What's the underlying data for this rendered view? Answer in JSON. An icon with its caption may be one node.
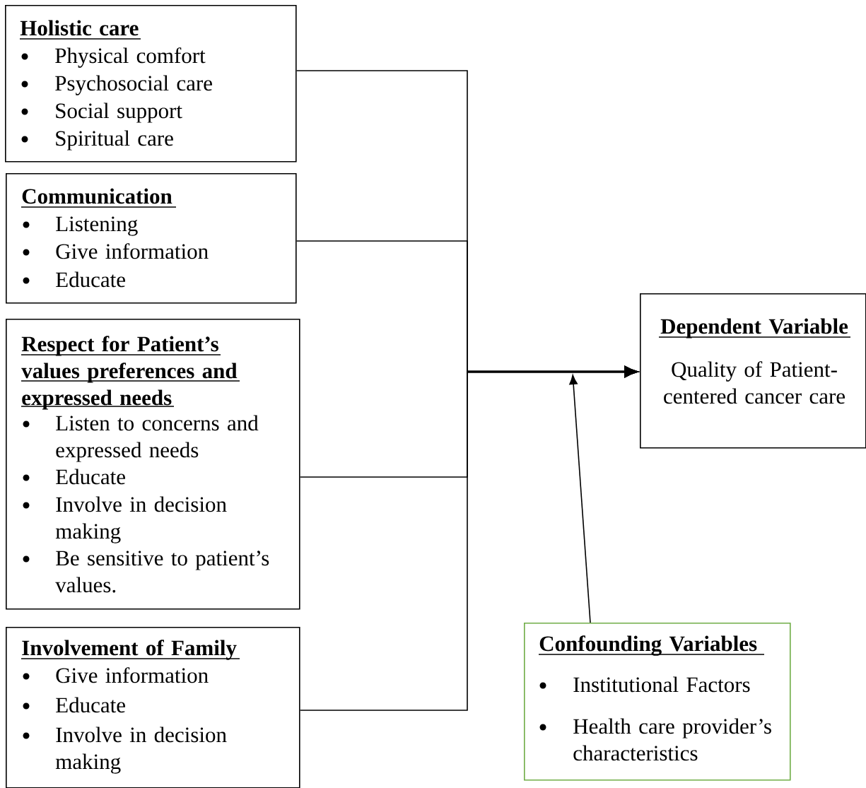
{
  "diagram": {
    "nodes": [
      {
        "text": [
          "Holistic care",
          "Physical comfort",
          "Psychosocial care",
          "Social support",
          "Spiritual care"
        ]
      },
      {
        "text": [
          "Communication",
          "Listening",
          "Give information",
          "Educate"
        ]
      },
      {
        "text": [
          "Respect for Patient’s values preferences and expressed needs",
          "Listen to concerns and expressed needs",
          "Educate",
          "Involve in decision making",
          "Be sensitive to patient’s values."
        ]
      },
      {
        "text": [
          "Involvement of Family",
          "Give information",
          "Educate",
          "Involve in decision making"
        ]
      },
      {
        "text": [
          "Dependent Variable",
          "Quality of Patient-centered cancer care"
        ]
      },
      {
        "text": [
          "Confounding Variables",
          "Institutional Factors",
          "Health care provider’s characteristics"
        ]
      }
    ],
    "edges": [
      {
        "from": 0,
        "to": 4,
        "arrow": "to"
      },
      {
        "from": 1,
        "to": 4,
        "arrow": "to"
      },
      {
        "from": 2,
        "to": 4,
        "arrow": "to"
      },
      {
        "from": 3,
        "to": 4,
        "arrow": "to"
      },
      {
        "from": 5,
        "to": null,
        "arrow": "to"
      }
    ]
  }
}
